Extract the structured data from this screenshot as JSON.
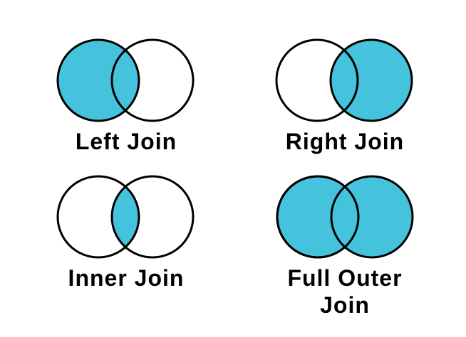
{
  "page": {
    "background": "#ffffff",
    "text_color": "#000000"
  },
  "colors": {
    "fill": "#45C2DC",
    "stroke": "#000000"
  },
  "diagrams": [
    {
      "id": "left-join",
      "label": "Left Join",
      "highlighted_region": "left circle including overlap"
    },
    {
      "id": "right-join",
      "label": "Right Join",
      "highlighted_region": "right circle including overlap"
    },
    {
      "id": "inner-join",
      "label": "Inner Join",
      "highlighted_region": "intersection only"
    },
    {
      "id": "full-outer-join",
      "label": "Full Outer Join",
      "highlighted_region": "both circles"
    }
  ]
}
